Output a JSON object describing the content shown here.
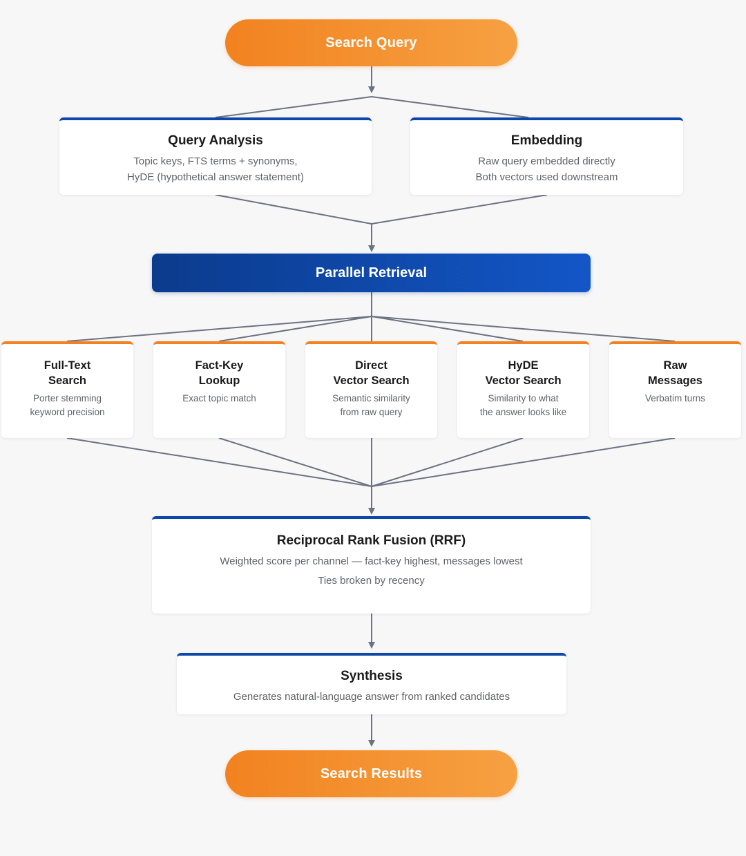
{
  "start": {
    "label": "Search Query"
  },
  "analysis": [
    {
      "title": "Query Analysis",
      "desc": "Topic keys, FTS terms + synonyms,\nHyDE (hypothetical answer statement)"
    },
    {
      "title": "Embedding",
      "desc": "Raw query embedded directly\nBoth vectors used downstream"
    }
  ],
  "parallel": {
    "label": "Parallel Retrieval"
  },
  "channels": [
    {
      "title": "Full-Text\nSearch",
      "desc": "Porter stemming\nkeyword precision"
    },
    {
      "title": "Fact-Key\nLookup",
      "desc": "Exact topic match"
    },
    {
      "title": "Direct\nVector Search",
      "desc": "Semantic similarity\nfrom raw query"
    },
    {
      "title": "HyDE\nVector Search",
      "desc": "Similarity to what\nthe answer looks like"
    },
    {
      "title": "Raw\nMessages",
      "desc": "Verbatim turns"
    }
  ],
  "fusion": {
    "title": "Reciprocal Rank Fusion (RRF)",
    "desc1": "Weighted score per channel — fact-key highest, messages lowest",
    "desc2": "Ties broken by recency"
  },
  "synthesis": {
    "title": "Synthesis",
    "desc": "Generates natural-language answer from ranked candidates"
  },
  "end": {
    "label": "Search Results"
  },
  "colors": {
    "orange": "#f28220",
    "blue": "#0d47a8",
    "line": "#6b7280"
  }
}
